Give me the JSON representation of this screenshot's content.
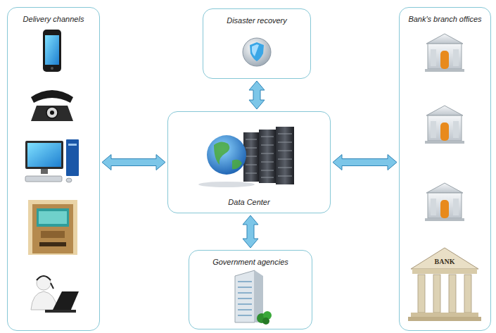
{
  "diagram": {
    "nodes": [
      {
        "text": [
          "Delivery channels"
        ]
      },
      {
        "text": [
          "Disaster recovery"
        ]
      },
      {
        "text": [
          "Data Center"
        ]
      },
      {
        "text": [
          "Government agencies"
        ]
      },
      {
        "text": [
          "Bank's branch offices"
        ]
      }
    ],
    "edges": [
      {
        "from": 0,
        "to": 2,
        "arrow": "both"
      },
      {
        "from": 1,
        "to": 2,
        "arrow": "both"
      },
      {
        "from": 2,
        "to": 3,
        "arrow": "both"
      },
      {
        "from": 2,
        "to": 4,
        "arrow": "both"
      }
    ],
    "labels": [
      "BANK"
    ]
  }
}
